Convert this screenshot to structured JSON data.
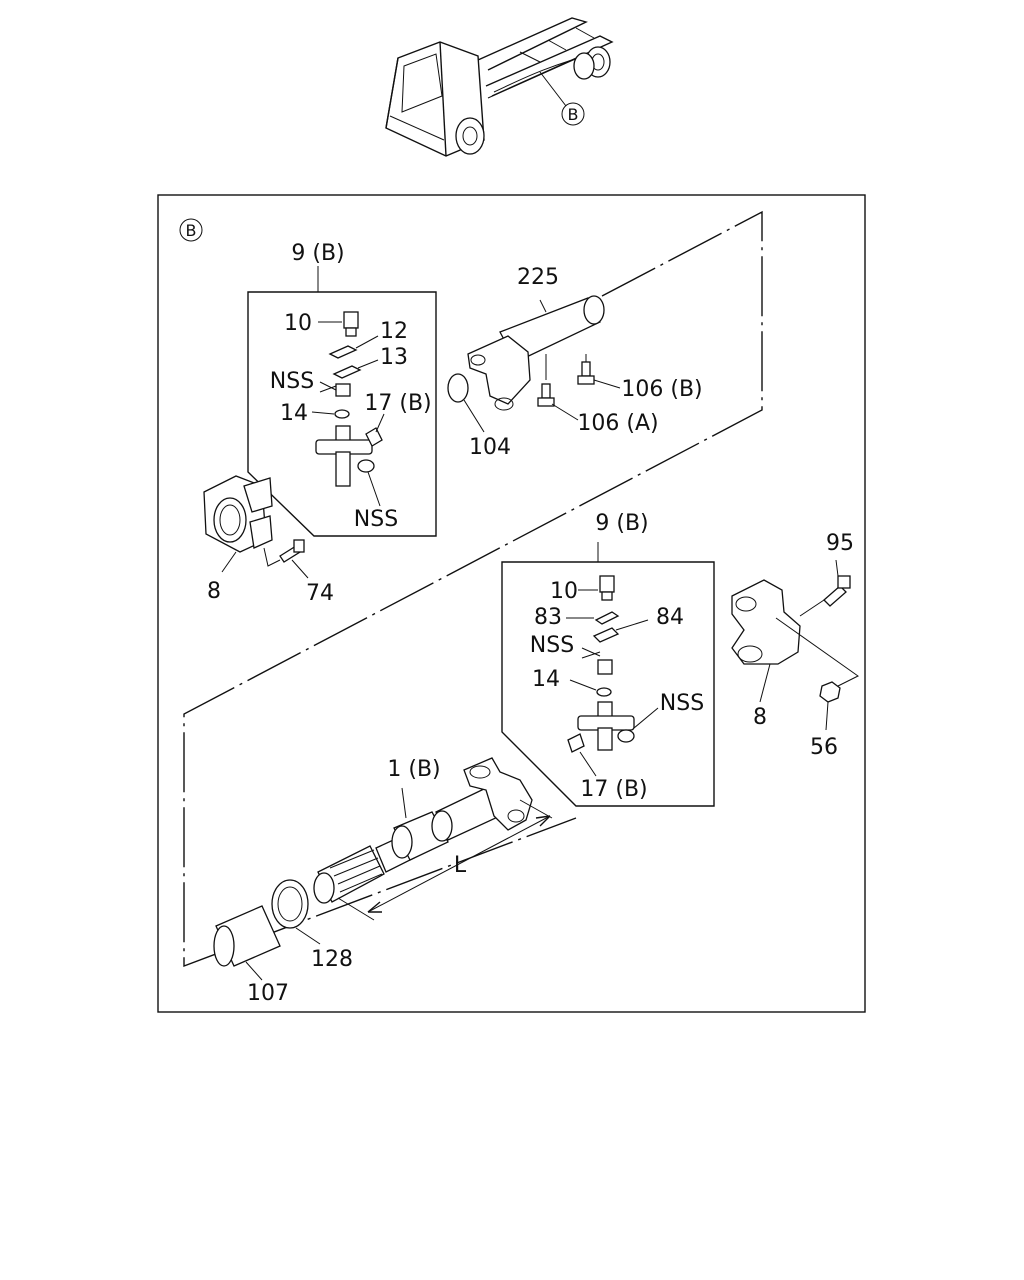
{
  "overview": {
    "callout": "B"
  },
  "frame": {
    "callout": "B"
  },
  "kit_upper": {
    "title": "9 (B)",
    "labels": [
      "10",
      "12",
      "13",
      "NSS",
      "14",
      "17 (B)",
      "NSS"
    ]
  },
  "kit_lower": {
    "title": "9 (B)",
    "labels": [
      "10",
      "83",
      "84",
      "NSS",
      "14",
      "NSS",
      "17 (B)"
    ]
  },
  "parts": {
    "shaft_rear": "225",
    "grease_upper_b": "106 (B)",
    "grease_upper_a": "106 (A)",
    "plug": "104",
    "flange_yoke": "8",
    "bolt_flange": "74",
    "bolt_end": "95",
    "yoke_end": "8",
    "nut": "56",
    "shaft_front": "1 (B)",
    "length": "L",
    "seal": "128",
    "sleeve": "107"
  }
}
